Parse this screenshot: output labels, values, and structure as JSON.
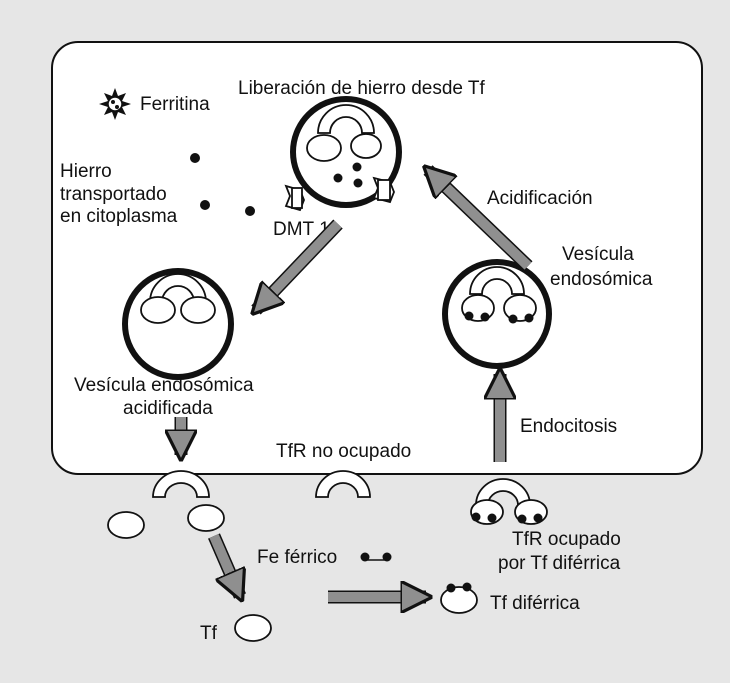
{
  "colors": {
    "background": "#e6e6e6",
    "cell": "#ffffff",
    "stroke": "#111111",
    "arrow": "#8f8f8f"
  },
  "labels": {
    "ferritin": "Ferritina",
    "iron_release": "Liberación de hierro desde Tf",
    "cytoplasm_iron_l1": "Hierro",
    "cytoplasm_iron_l2": "transportado",
    "cytoplasm_iron_l3": "en citoplasma",
    "dmt1": "DMT 1",
    "acidification": "Acidificación",
    "endosomal_vesicle_l1": "Vesícula",
    "endosomal_vesicle_l2": "endosómica",
    "acidified_vesicle_l1": "Vesícula endosómica",
    "acidified_vesicle_l2": "acidificada",
    "unoccupied_tfr": "TfR no ocupado",
    "endocytosis": "Endocitosis",
    "occupied_tfr_l1": "TfR ocupado",
    "occupied_tfr_l2": "por Tf diférrica",
    "ferric_iron": "Fe férrico",
    "tf": "Tf",
    "diferric_tf": "Tf diférrica"
  },
  "icons": {
    "ferritin": "ferritin-star-icon",
    "iron": "iron-dot-icon",
    "transporter": "dmt1-transporter-icon",
    "receptor": "tfr-receptor-icon",
    "transferrin": "transferrin-ellipse-icon"
  }
}
